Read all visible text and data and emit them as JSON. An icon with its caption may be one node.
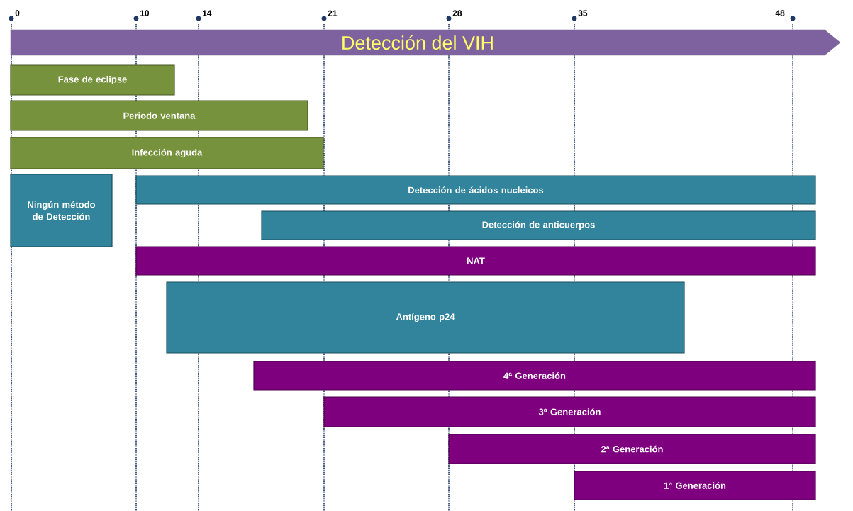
{
  "diagram": {
    "nodes": [
      {
        "text": [
          "Detección del VIH"
        ]
      },
      {
        "text": [
          "Fase de eclipse"
        ]
      },
      {
        "text": [
          "Periodo ventana"
        ]
      },
      {
        "text": [
          "Infección aguda"
        ]
      },
      {
        "text": [
          "Ningún método de Detección"
        ]
      },
      {
        "text": [
          "Detección de ácidos nucleicos"
        ]
      },
      {
        "text": [
          "Detección de anticuerpos"
        ]
      },
      {
        "text": [
          "NAT"
        ]
      },
      {
        "text": [
          "Antígeno p24"
        ]
      },
      {
        "text": [
          "4ª Generación"
        ]
      },
      {
        "text": [
          "3ª Generación"
        ]
      },
      {
        "text": [
          "2ª Generación"
        ]
      },
      {
        "text": [
          "1ª Generación"
        ]
      }
    ],
    "labels": [
      "0",
      "10",
      "14",
      "21",
      "28",
      "35",
      "48"
    ]
  }
}
